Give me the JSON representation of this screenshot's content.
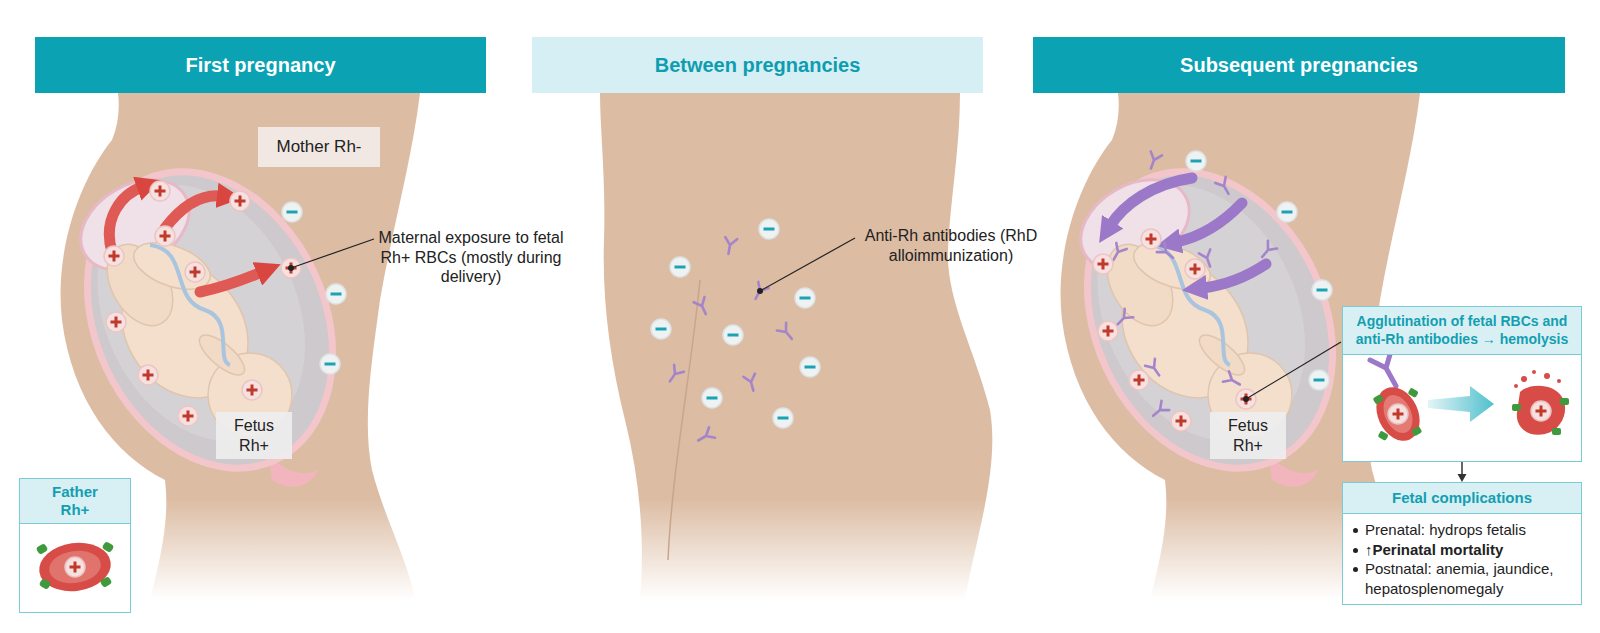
{
  "diagram": {
    "nodes": [
      {
        "text": [
          "First pregnancy"
        ]
      },
      {
        "text": [
          "Between pregnancies"
        ]
      },
      {
        "text": [
          "Subsequent pregnancies"
        ]
      },
      {
        "text": [
          "Mother Rh-"
        ]
      },
      {
        "text": [
          "Fetus Rh+"
        ]
      },
      {
        "text": [
          "Father Rh+"
        ]
      },
      {
        "text": [
          "Fetus Rh+"
        ]
      },
      {
        "text": [
          "Agglutination of fetal RBCs and anti-Rh antibodies → hemolysis"
        ]
      },
      {
        "text": [
          "Fetal complications",
          "Prenatal: hydrops fetalis",
          "↑Perinatal mortality",
          "Postnatal: anemia, jaundice, hepatosplenomegaly"
        ]
      }
    ],
    "edges": [
      {
        "from": 7,
        "to": 8,
        "arrow": "to"
      }
    ],
    "labels": [
      "Maternal exposure to fetal Rh+ RBCs (mostly during delivery)",
      "Anti-Rh antibodies (RhD alloimmunization)"
    ]
  }
}
